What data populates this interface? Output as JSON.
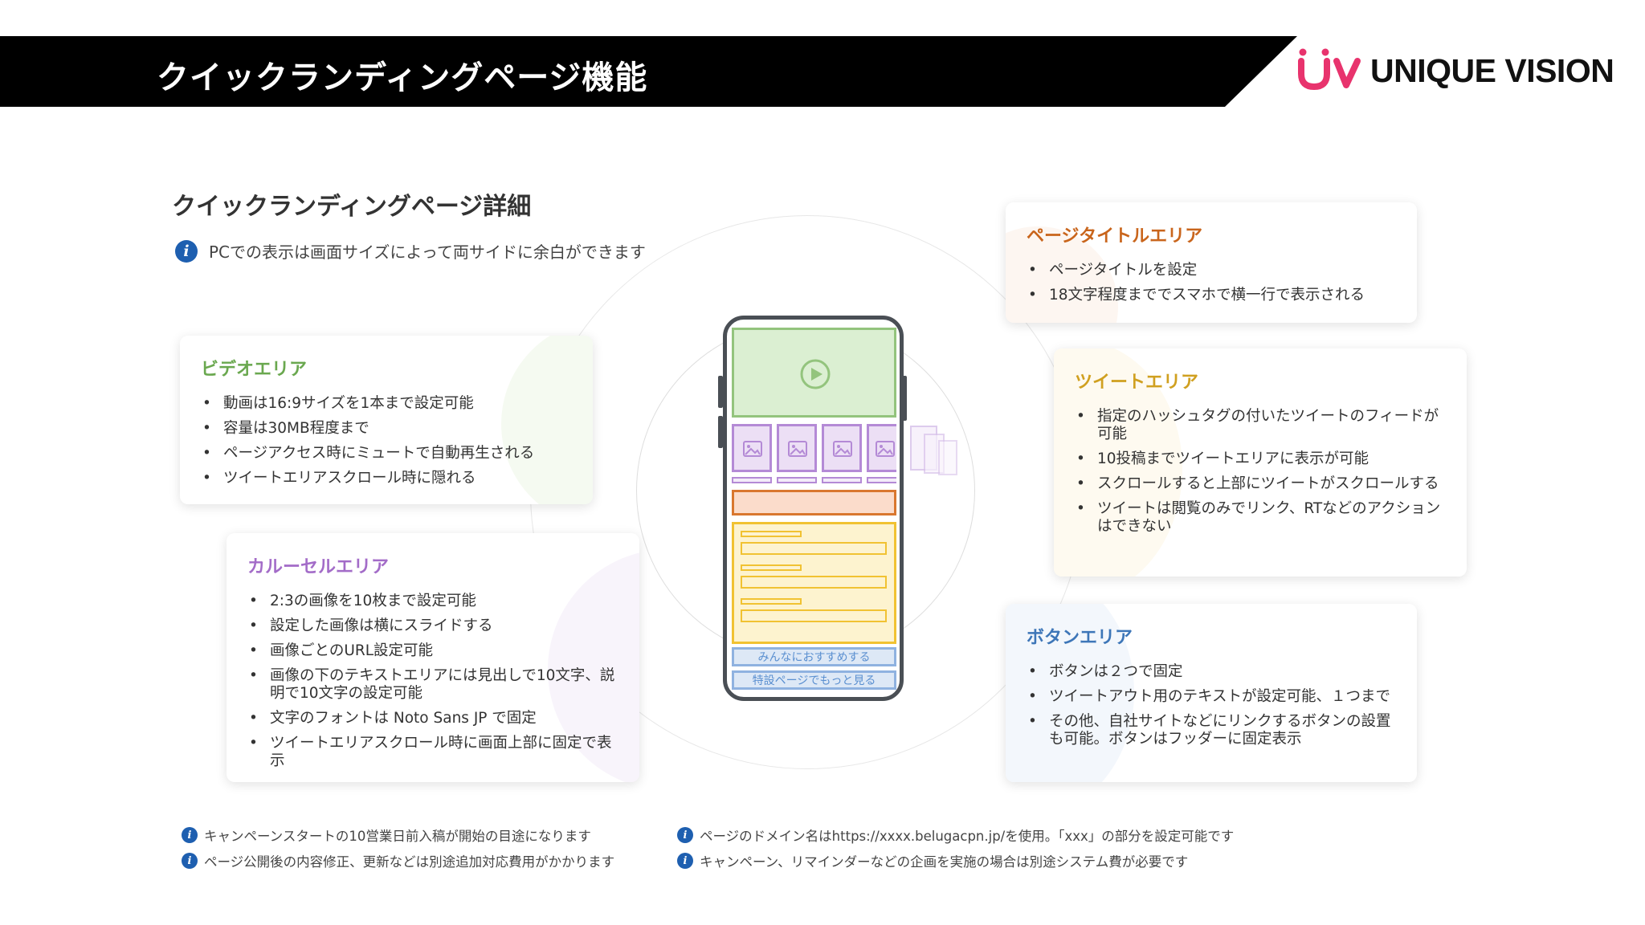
{
  "header": {
    "title": "クイックランディングページ機能",
    "logo_text": "UNIQUE VISION"
  },
  "section": {
    "title": "クイックランディングページ詳細",
    "pc_note": "PCでの表示は画面サイズによって両サイドに余白ができます"
  },
  "cards": {
    "video": {
      "title": "ビデオエリア",
      "items": [
        "動画は16:9サイズを1本まで設定可能",
        "容量は30MB程度まで",
        "ページアクセス時にミュートで自動再生される",
        "ツイートエリアスクロール時に隠れる"
      ]
    },
    "carousel": {
      "title": "カルーセルエリア",
      "items": [
        "2:3の画像を10枚まで設定可能",
        "設定した画像は横にスライドする",
        "画像ごとのURL設定可能",
        "画像の下のテキストエリアには見出しで10文字、説明で10文字の設定可能",
        "文字のフォントは Noto Sans JP で固定",
        "ツイートエリアスクロール時に画面上部に固定で表示"
      ]
    },
    "page_title": {
      "title": "ページタイトルエリア",
      "items": [
        "ページタイトルを設定",
        "18文字程度まででスマホで横一行で表示される"
      ]
    },
    "tweet": {
      "title": "ツイートエリア",
      "items": [
        "指定のハッシュタグの付いたツイートのフィードが可能",
        "10投稿までツイートエリアに表示が可能",
        "スクロールすると上部にツイートがスクロールする",
        "ツイートは閲覧のみでリンク、RTなどのアクションはできない"
      ]
    },
    "button": {
      "title": "ボタンエリア",
      "items": [
        "ボタンは２つで固定",
        "ツイートアウト用のテキストが設定可能、１つまで",
        "その他、自社サイトなどにリンクするボタンの設置も可能。ボタンはフッダーに固定表示"
      ]
    }
  },
  "phone": {
    "button1": "みんなにおすすめする",
    "button2": "特設ページでもっと見る"
  },
  "footer": {
    "left": [
      "キャンペーンスタートの10営業日前入稿が開始の目途になります",
      "ページ公開後の内容修正、更新などは別途追加対応費用がかかります"
    ],
    "right": [
      "ページのドメイン名はhttps://xxxx.belugacpn.jp/を使用。「xxx」の部分を設定可能です",
      "キャンペーン、リマインダーなどの企画を実施の場合は別途システム費が必要です"
    ]
  },
  "colors": {
    "video": "#6aa84f",
    "carousel": "#a36cc8",
    "page_title": "#c9651c",
    "tweet": "#d0a020",
    "button": "#3d76b8",
    "logo_pink": "#e8336d",
    "info_blue": "#1e5fb0"
  }
}
